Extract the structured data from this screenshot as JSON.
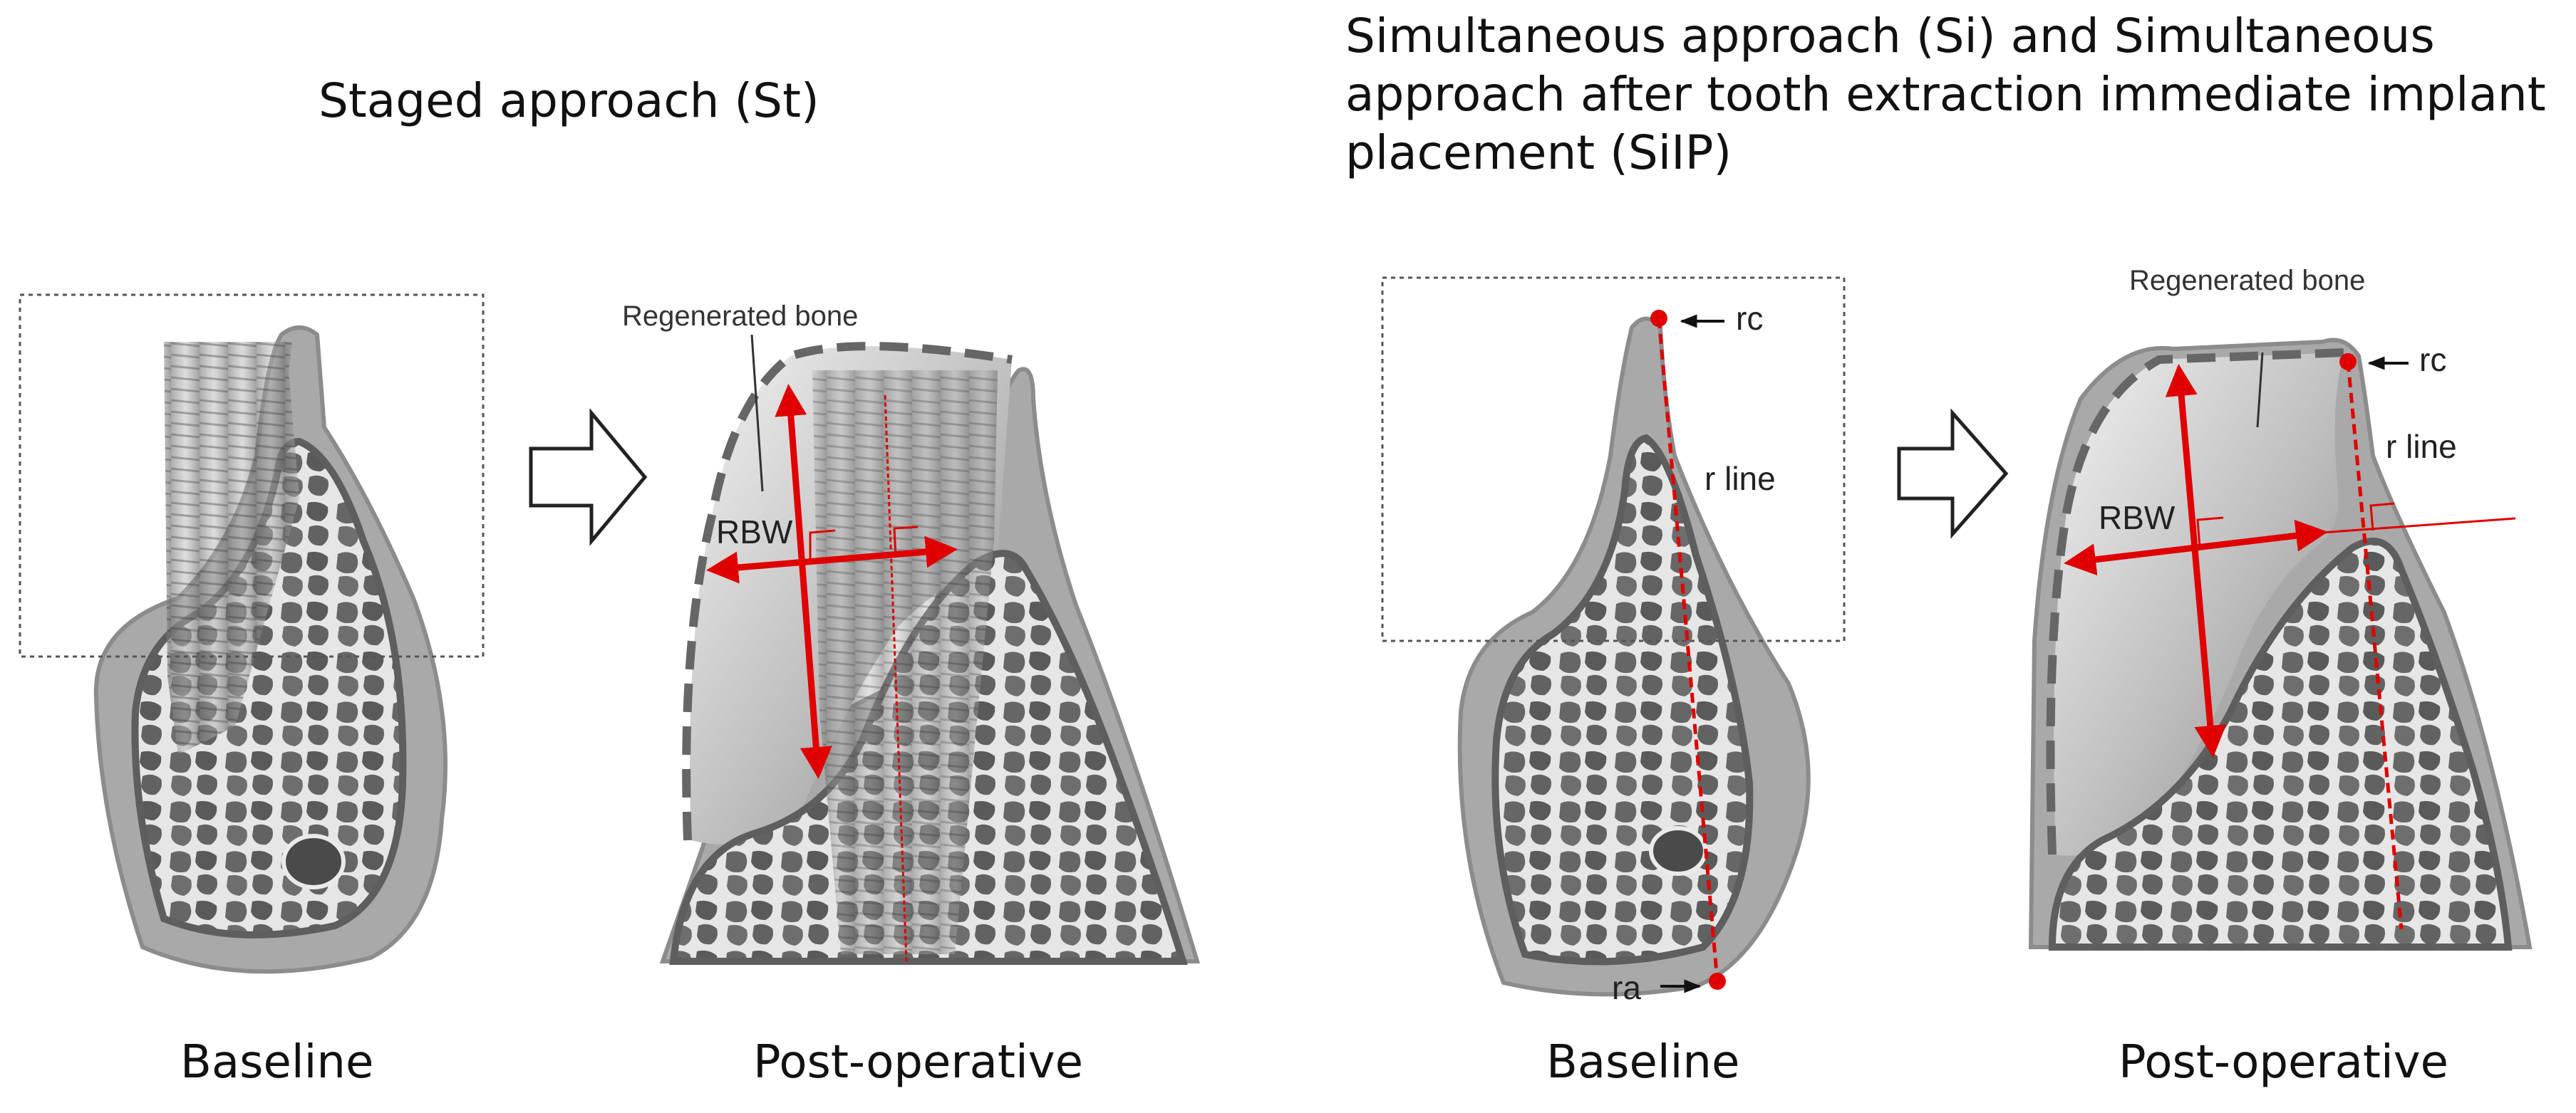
{
  "left_title": "Staged approach (St)",
  "right_title": "Simultaneous approach (Si) and Simultaneous approach after tooth extraction immediate implant placement (SiIP)",
  "captions": {
    "st_baseline": "Baseline",
    "st_postop": "Post-operative",
    "si_baseline": "Baseline",
    "si_postop": "Post-operative"
  },
  "annotations": {
    "st_regenerated_bone": "Regenerated bone",
    "st_rbw": "RBW",
    "si_rc_baseline": "rc",
    "si_rline_baseline": "r line",
    "si_ra": "ra",
    "si_regenerated_bone": "Regenerated bone",
    "si_rc_postop": "rc",
    "si_rline_postop": "r line",
    "si_rbw": "RBW"
  },
  "colors": {
    "measurement": "#e00000",
    "soft_tissue": "#9a9a9a",
    "bone_outline": "#6a6a6a",
    "regenerated": "#bdbdbd"
  }
}
